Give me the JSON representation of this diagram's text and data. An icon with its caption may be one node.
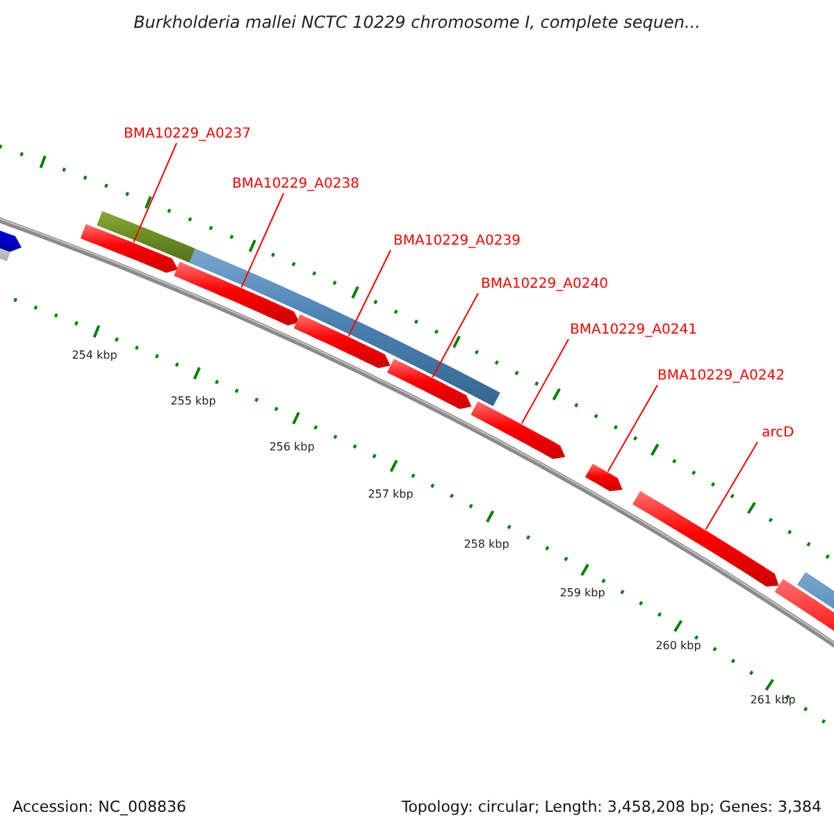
{
  "diagram": {
    "title": "Burkholderia mallei NCTC 10229 chromosome I, complete sequen...",
    "nodes": [
      {
        "text": [
          "BMA10229_A0237"
        ]
      },
      {
        "text": [
          "BMA10229_A0238"
        ]
      },
      {
        "text": [
          "BMA10229_A0239"
        ]
      },
      {
        "text": [
          "BMA10229_A0240"
        ]
      },
      {
        "text": [
          "BMA10229_A0241"
        ]
      },
      {
        "text": [
          "BMA10229_A0242"
        ]
      },
      {
        "text": [
          "arcD"
        ]
      },
      {
        "text": [],
        "shape": "bar"
      },
      {
        "text": [],
        "shape": "bar"
      },
      {
        "text": [],
        "shape": "bar"
      },
      {
        "text": [],
        "shape": "bar"
      },
      {
        "text": [],
        "shape": "bar"
      },
      {
        "text": [],
        "shape": "bar"
      },
      {
        "text": [],
        "shape": "bar"
      }
    ],
    "edges": [
      {
        "from": 0,
        "to": 7,
        "arrow": "none"
      },
      {
        "from": 1,
        "to": 8,
        "arrow": "none"
      },
      {
        "from": 2,
        "to": 9,
        "arrow": "none"
      },
      {
        "from": 3,
        "to": 10,
        "arrow": "none"
      },
      {
        "from": 4,
        "to": 11,
        "arrow": "none"
      },
      {
        "from": 5,
        "to": 12,
        "arrow": "none"
      },
      {
        "from": 6,
        "to": 13,
        "arrow": "none"
      }
    ],
    "labels": [
      "254 kbp",
      "255 kbp",
      "256 kbp",
      "257 kbp",
      "258 kbp",
      "259 kbp",
      "260 kbp",
      "261 kbp",
      "Accession: NC_008836",
      "Topology: circular; Length: 3,458,208 bp; Genes: 3,384"
    ]
  }
}
